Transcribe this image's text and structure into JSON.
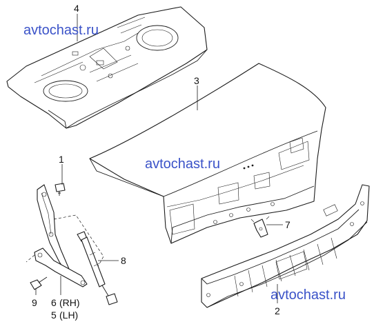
{
  "watermark": "avtochast.ru",
  "labels": {
    "p1": "1",
    "p2": "2",
    "p3": "3",
    "p4": "4",
    "p6": "6",
    "p6_side": "(RH)",
    "p5": "5",
    "p5_side": "(LH)",
    "p7": "7",
    "p8": "8",
    "p9": "9"
  }
}
